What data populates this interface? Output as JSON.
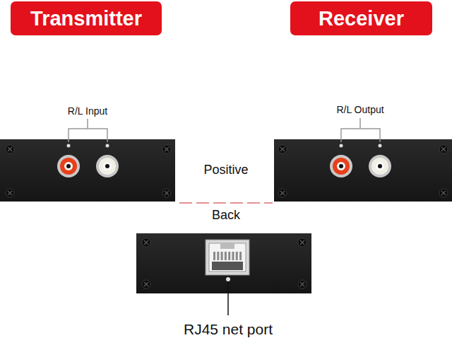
{
  "diagram": {
    "nodes": [
      {
        "text": [
          "Transmitter"
        ]
      },
      {
        "text": [
          "Receiver"
        ]
      }
    ],
    "labels": [
      "R/L Input",
      "R/L Output",
      "Positive",
      "Back",
      "RJ45 net port"
    ]
  }
}
